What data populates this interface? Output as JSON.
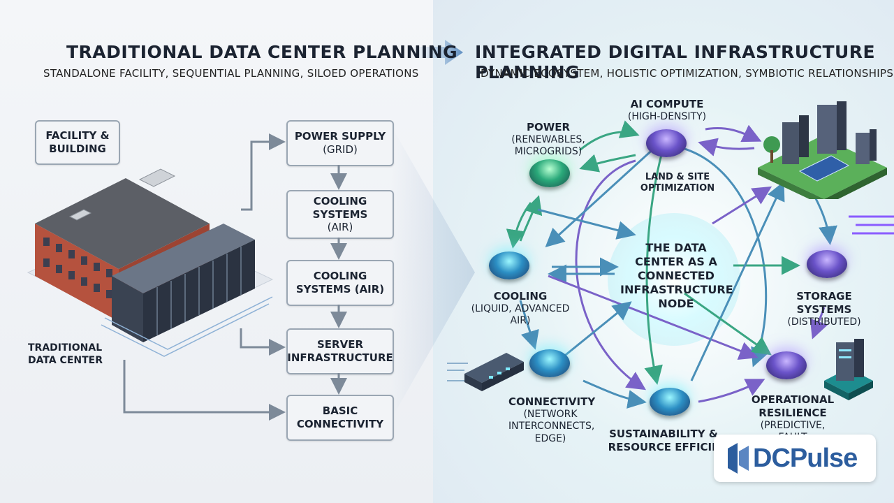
{
  "left": {
    "title": "TRADITIONAL DATA CENTER PLANNING",
    "subtitle": "STANDALONE FACILITY, SEQUENTIAL PLANNING, SILOED OPERATIONS",
    "facility_box": "FACILITY & BUILDING",
    "building_label": "TRADITIONAL DATA CENTER",
    "steps": [
      {
        "main": "POWER SUPPLY",
        "sub": "(GRID)"
      },
      {
        "main": "COOLING SYSTEMS",
        "sub": "(AIR)"
      },
      {
        "main": "COOLING SYSTEMS (AIR)",
        "sub": ""
      },
      {
        "main": "SERVER INFRASTRUCTURE",
        "sub": ""
      },
      {
        "main": "BASIC CONNECTIVITY",
        "sub": ""
      }
    ]
  },
  "right": {
    "title": "INTEGRATED DIGITAL INFRASTRUCTURE PLANNING",
    "subtitle": "DYNAMIC ECOSYSTEM, HOLISTIC OPTIMIZATION, SYMBIOTIC RELATIONSHIPS",
    "center": "THE DATA CENTER AS A CONNECTED INFRASTRUCTURE NODE",
    "nodes": {
      "power": {
        "title": "POWER",
        "desc": "(RENEWABLES, MICROGRIDS)"
      },
      "ai": {
        "title": "AI COMPUTE",
        "desc": "(HIGH-DENSITY)"
      },
      "land": {
        "title": "LAND & SITE OPTIMIZATION",
        "desc": ""
      },
      "cooling": {
        "title": "COOLING",
        "desc": "(LIQUID, ADVANCED AIR)"
      },
      "storage": {
        "title": "STORAGE SYSTEMS",
        "desc": "(DISTRIBUTED)"
      },
      "connectivity": {
        "title": "CONNECTIVITY",
        "desc": "(NETWORK INTERCONNECTS, EDGE)"
      },
      "sustainability": {
        "title": "SUSTAINABILITY & RESOURCE EFFICIE",
        "desc": ""
      },
      "resilience": {
        "title": "OPERATIONAL RESILIENCE",
        "desc": "(PREDICTIVE, FAULT TOLERANCE)"
      }
    }
  },
  "logo": {
    "text": "DCPulse"
  },
  "colors": {
    "arrow_left": "#7d8a99",
    "arrow_blue": "#4a8fb8",
    "arrow_purple": "#7a62c8",
    "arrow_green": "#3aa683",
    "brand": "#2c5d9e"
  }
}
